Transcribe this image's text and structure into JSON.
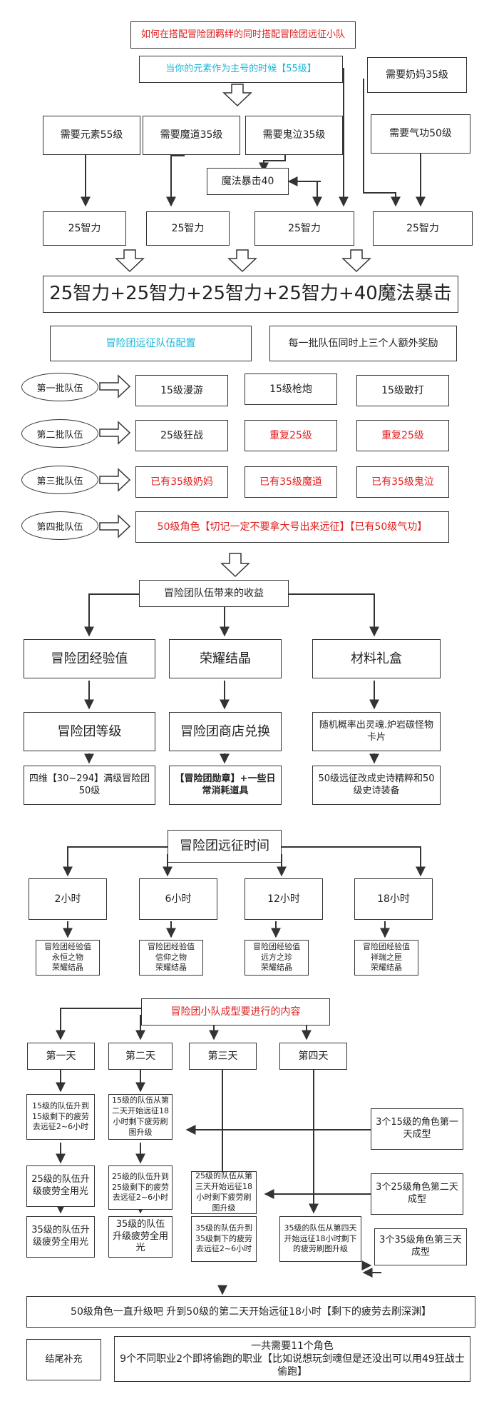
{
  "title": "如何在搭配冒险团羁绊的同时搭配冒险团远征小队",
  "elemental_main": "当你的元素作为主号的时候【55级】",
  "need_nanny": "需要奶妈35级",
  "need_elemental": "需要元素55级",
  "need_mage": "需要魔道35级",
  "need_ghost": "需要鬼泣35级",
  "need_qigong": "需要气功50级",
  "magic_crit": "魔法暴击40",
  "int_boxes": [
    "25智力",
    "25智力",
    "25智力",
    "25智力"
  ],
  "summary": "25智力+25智力+25智力+25智力+40魔法暴击",
  "squad_config": "冒险团远征队伍配置",
  "extra_reward": "每一批队伍同时上三个人额外奖励",
  "batches": [
    {
      "label": "第一批队伍",
      "items": [
        "15级漫游",
        "15级枪炮",
        "15级散打"
      ]
    },
    {
      "label": "第二批队伍",
      "items": [
        "25级狂战",
        "重复25级",
        "重复25级"
      ]
    },
    {
      "label": "第三批队伍",
      "items": [
        "已有35级奶妈",
        "已有35级魔道",
        "已有35级鬼泣"
      ]
    },
    {
      "label": "第四批队伍",
      "items": [
        "50级角色【切记一定不要拿大号出来远征】【已有50级气功】"
      ]
    }
  ],
  "benefits": "冒险团队伍带来的收益",
  "benefit_cols": [
    {
      "head": "冒险团经验值",
      "sub": "冒险团等级",
      "detail": "四维【30~294】满级冒险团50级"
    },
    {
      "head": "荣耀结晶",
      "sub": "冒险团商店兑换",
      "detail": "【冒险团勋章】+一些日常消耗道具"
    },
    {
      "head": "材料礼盒",
      "sub": "随机概率出灵魂.炉岩碳怪物卡片",
      "detail": "50级远征改成史诗精粹和50级史诗装备"
    }
  ],
  "expedition_time": "冒险团远征时间",
  "times": [
    {
      "label": "2小时",
      "detail": "冒险团经验值\n永恒之物\n荣耀结晶"
    },
    {
      "label": "6小时",
      "detail": "冒险团经验值\n信仰之物\n荣耀结晶"
    },
    {
      "label": "12小时",
      "detail": "冒险团经验值\n远方之珍\n荣耀结晶"
    },
    {
      "label": "18小时",
      "detail": "冒险团经验值\n祥瑞之匣\n荣耀结晶"
    }
  ],
  "formation": "冒险团小队成型要进行的内容",
  "days": [
    "第一天",
    "第二天",
    "第三天",
    "第四天"
  ],
  "day_details": {
    "d1a": "15级的队伍升到15级剩下的疲劳去远征2~6小时",
    "d1b": "25级的队伍升级疲劳全用光",
    "d1c": "35级的队伍升级疲劳全用光",
    "d2a": "15级的队伍从第二天开始远征18小时剩下疲劳刷图升级",
    "d2b": "25级的队伍升到25级剩下的疲劳去远征2~6小时",
    "d2c": "35级的队伍升级疲劳全用光",
    "d3a": "25级的队伍从第三天开始远征18小时剩下疲劳刷图升级",
    "d3b": "35级的队伍升到35级剩下的疲劳去远征2~6小时",
    "d4a": "35级的队伍从第四天开始远征18小时剩下的疲劳刷图升级"
  },
  "side_notes": [
    "3个15级的角色第一天成型",
    "3个25级角色第二天成型",
    "3个35级角色第三天成型"
  ],
  "lvl50_note": "50级角色一直升级吧 升到50级的第二天开始远征18小时【剩下的疲劳去刷深渊】",
  "ending_label": "结尾补充",
  "ending_text": "一共需要11个角色\n9个不同职业2个即将偷跑的职业【比如说想玩剑魂但是还没出可以用49狂战士偷跑】"
}
